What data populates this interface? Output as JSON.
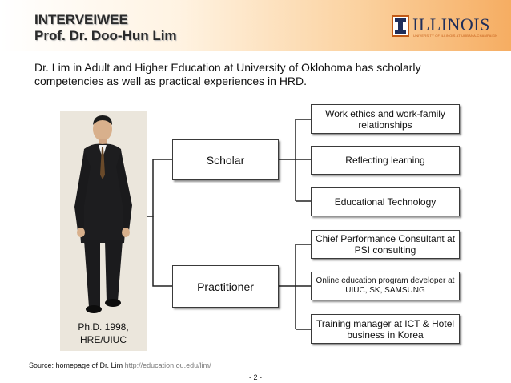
{
  "header": {
    "title_line1": "INTERVEIWEE",
    "title_line2": "Prof. Dr. Doo-Hun Lim",
    "logo_word": "ILLINOIS",
    "logo_sub": "UNIVERSITY OF ILLINOIS AT URBANA-CHAMPAIGN",
    "logo_mark": "I"
  },
  "intro": "Dr. Lim in Adult and Higher Education at University of Oklohoma has scholarly competencies as well as practical experiences in HRD.",
  "photo": {
    "caption_line1": "Ph.D. 1998,",
    "caption_line2": "HRE/UIUC"
  },
  "roles": {
    "scholar": "Scholar",
    "practitioner": "Practitioner"
  },
  "scholar_items": [
    "Work ethics and work-family relationships",
    "Reflecting learning",
    "Educational Technology"
  ],
  "practitioner_items": [
    "Chief Performance Consultant at PSI consulting",
    "Online education program developer at UIUC, SK, SAMSUNG",
    "Training manager at ICT & Hotel business in Korea"
  ],
  "footer": {
    "source_label": "Source: homepage of Dr. Lim",
    "source_url": "http://education.ou.edu/lim/",
    "page": "- 2 -"
  },
  "colors": {
    "header_gradient_end": "#f6ad62",
    "logo_blue": "#1f2e5a",
    "logo_orange": "#c25a16"
  }
}
